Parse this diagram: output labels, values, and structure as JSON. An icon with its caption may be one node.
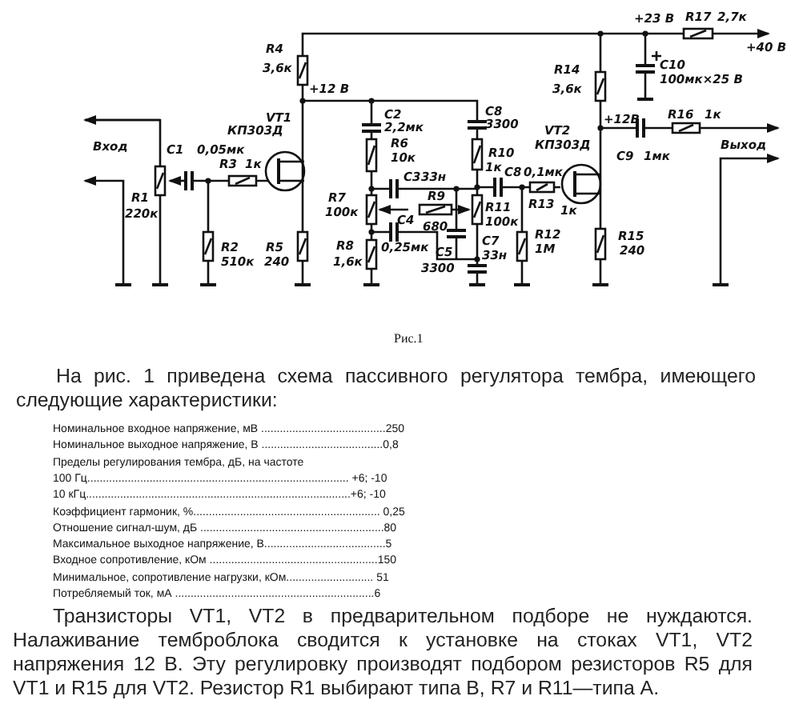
{
  "diagram": {
    "caption": "Рис.1",
    "labels": [
      "R4",
      "3,6к",
      "+12 В",
      "VT1",
      "КП303Д",
      "Вход",
      "C1",
      "0,05мк",
      "R3",
      "1к",
      "R1",
      "220к",
      "R2",
      "510к",
      "R5",
      "240",
      "C2",
      "2,2мк",
      "R6",
      "10к",
      "C3",
      "33н",
      "R7",
      "100к",
      "C4",
      "R9",
      "680",
      "R8",
      "0,25мк",
      "1,6к",
      "C5",
      "3300",
      "C8",
      "3300",
      "R10",
      "1к",
      "C8",
      "0,1мк",
      "R11",
      "100к",
      "C7",
      "33н",
      "R13",
      "1к",
      "R12",
      "1М",
      "+23 В",
      "R17",
      "2,7к",
      "+40 В",
      "R14",
      "3,6к",
      "C10",
      "100мк×25 В",
      "VT2",
      "КП303Д",
      "+12В",
      "R16",
      "1к",
      "C9",
      "1мк",
      "Выход",
      "R15",
      "240",
      "На рис. 1 приведена схема пассивного регулятора тембра, имеющего следующие характеристики:",
      "Номинальное входное напряжение, мВ ........................................250",
      "Номинальное выходное напряжение, В .......................................0,8",
      "Пределы регулирования тембра, дБ, на частоте",
      "100 Гц.................................................................................... +6; -10",
      "10 кГц.....................................................................................+6; -10",
      "Коэффициент гармоник, %............................................................ 0,25",
      "Отношение сигнал-шум, дБ ...........................................................80",
      "Максимальное выходное напряжение, В.......................................5",
      "Входное сопротивление, кОм ......................................................150",
      "Минимальное, сопротивление нагрузки, кОм............................ 51",
      "Потребляемый ток, мА ................................................................6",
      "Транзисторы VT1, VT2 в предварительном подборе не нуждаются. Налаживание темброблока сводится к установке на стоках VT1, VT2 напряжения 12 В. Эту регулировку производят подбором резисторов R5 для VT1 и R15 для VT2. Резистор R1 выбирают типа В, R7 и R11—типа А."
    ]
  }
}
